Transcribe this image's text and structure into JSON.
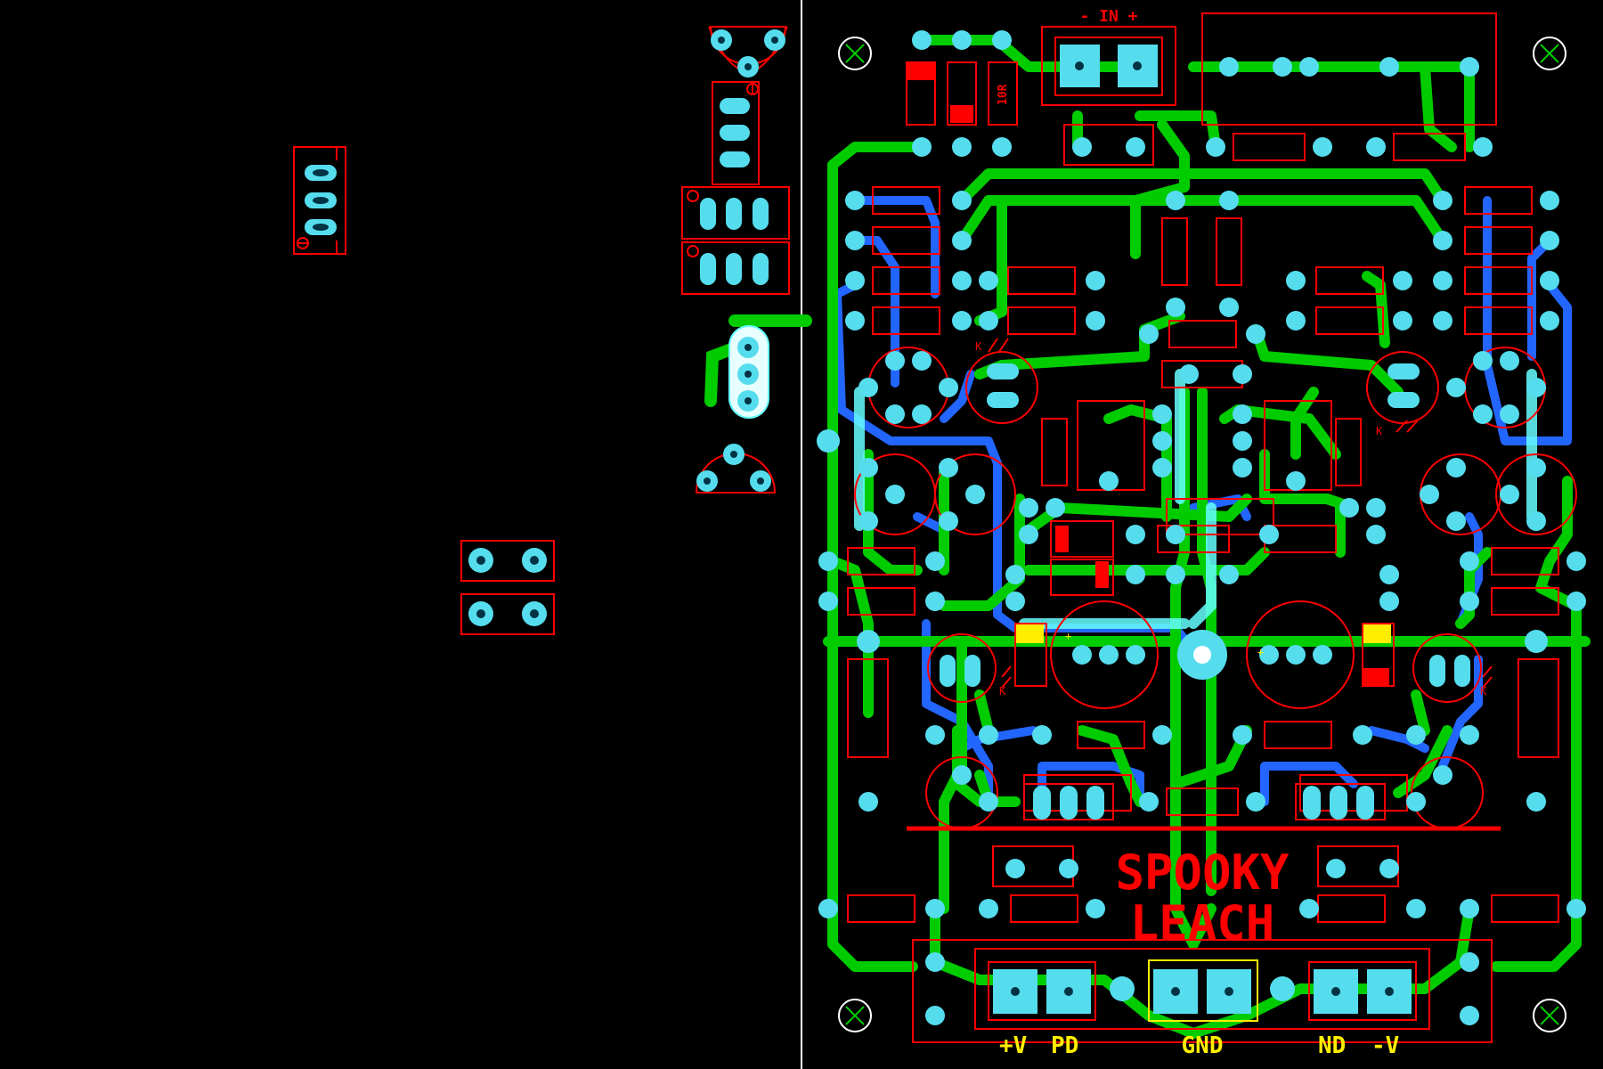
{
  "board": {
    "title_line1": "SPOOKY",
    "title_line2": "LEACH",
    "input_label": "- IN +",
    "resistor_label": "10R",
    "power_labels": {
      "plus_v": "+V",
      "pd_left": "PD",
      "gnd": "GND",
      "nd": "ND",
      "minus_v": "-V"
    },
    "led_mark": "K",
    "plus_mark": "+"
  },
  "colors": {
    "background": "#000000",
    "silkscreen": "#ff0000",
    "top_copper": "#00cc00",
    "bottom_copper": "#2266ff",
    "pad": "#55ddee",
    "drill": "#003344",
    "divider": "#ffffff",
    "overlap_top_bottom": "#66ffff",
    "highlight_yellow": "#ffee00",
    "mounting_hole": "#ffffff"
  },
  "icons": {
    "mounting_hole": "mounting-hole-icon",
    "pad": "pad-icon",
    "led_arrow": "led-arrow-icon"
  }
}
